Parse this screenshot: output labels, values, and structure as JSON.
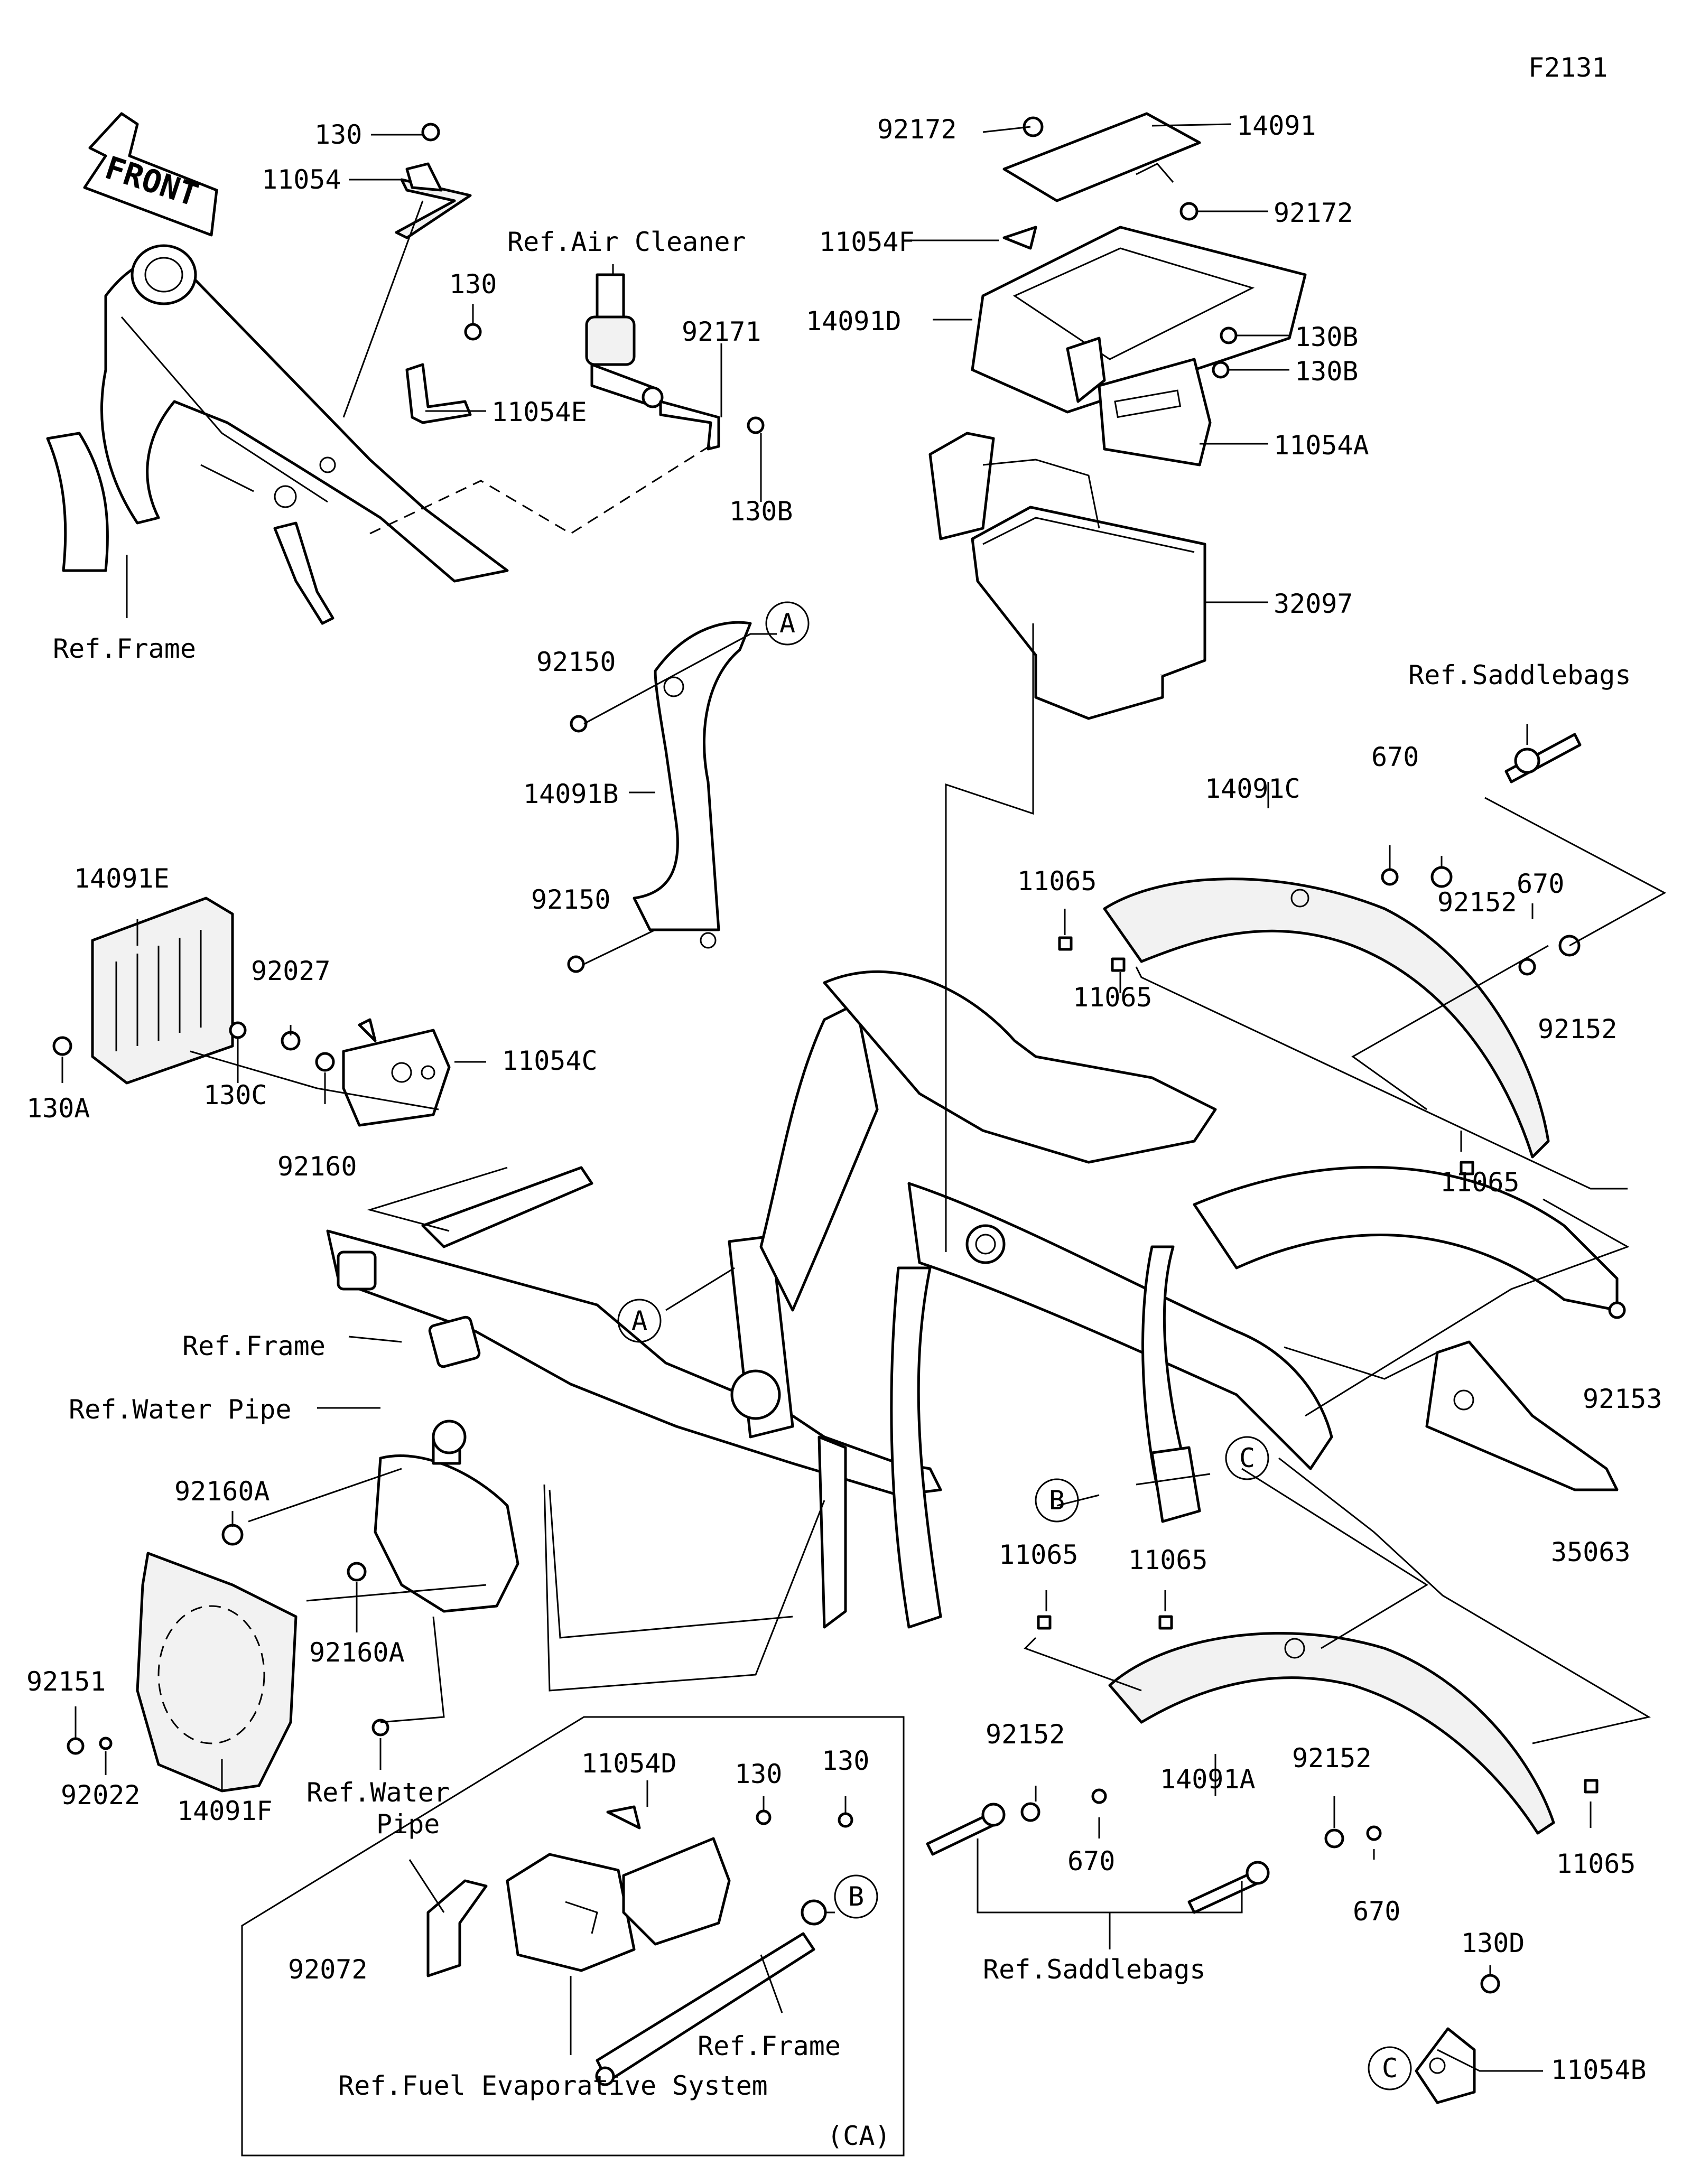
{
  "figure_code": "F2131",
  "front_arrow_text": "FRONT",
  "callouts": {
    "A": "A",
    "B": "B",
    "C": "C"
  },
  "ca_box_label": "(CA)",
  "labels": {
    "p130_top": "130",
    "p11054": "11054",
    "p130_mid": "130",
    "p11054E": "11054E",
    "ref_air_cleaner": "Ref.Air Cleaner",
    "p92171": "92171",
    "p130B_air": "130B",
    "ref_frame_top": "Ref.Frame",
    "p92172_a": "92172",
    "p14091": "14091",
    "p92172_b": "92172",
    "p11054F": "11054F",
    "p14091D": "14091D",
    "p130B_1": "130B",
    "p130B_2": "130B",
    "p11054A": "11054A",
    "p32097": "32097",
    "p92150_a": "92150",
    "p14091B": "14091B",
    "p92150_b": "92150",
    "ref_saddlebags_top": "Ref.Saddlebags",
    "p670_a": "670",
    "p14091C": "14091C",
    "p11065_a": "11065",
    "p92152_a": "92152",
    "p670_b": "670",
    "p11065_b": "11065",
    "p92152_b": "92152",
    "p11065_c": "11065",
    "p14091E": "14091E",
    "p92027": "92027",
    "p11054C": "11054C",
    "p130A": "130A",
    "p130C": "130C",
    "p92160": "92160",
    "ref_frame_mid": "Ref.Frame",
    "ref_water_pipe_top": "Ref.Water Pipe",
    "p92160A_a": "92160A",
    "p92160A_b": "92160A",
    "p92151": "92151",
    "p92022": "92022",
    "p14091F": "14091F",
    "ref_water_pipe_line1": "Ref.Water",
    "ref_water_pipe_line2": "Pipe",
    "p92153": "92153",
    "p35063": "35063",
    "p11065_d": "11065",
    "p11065_e": "11065",
    "p92152_c": "92152",
    "p14091A": "14091A",
    "p670_c": "670",
    "p92152_d": "92152",
    "p670_d": "670",
    "p11065_f": "11065",
    "ref_saddlebags_bottom": "Ref.Saddlebags",
    "p130D": "130D",
    "p11054B": "11054B",
    "p11054D": "11054D",
    "p130_ca1": "130",
    "p130_ca2": "130",
    "p92072": "92072",
    "ref_frame_ca": "Ref.Frame",
    "ref_fuel_evap": "Ref.Fuel Evaporative System"
  }
}
